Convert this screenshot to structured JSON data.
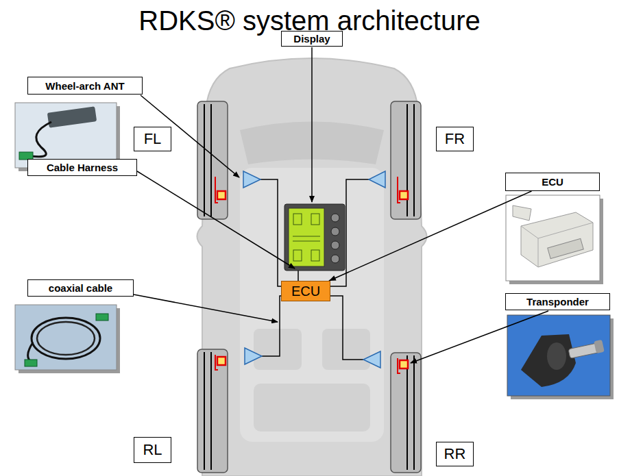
{
  "diagram": {
    "title": "RDKS® system architecture",
    "nodes": [
      {
        "text": [
          "Display"
        ]
      },
      {
        "text": [
          "Wheel-arch ANT"
        ]
      },
      {
        "text": [
          "FL"
        ]
      },
      {
        "text": [
          "FR"
        ]
      },
      {
        "text": [
          "ECU"
        ]
      },
      {
        "text": [
          "Cable Harness"
        ]
      },
      {
        "text": [
          "ECU"
        ]
      },
      {
        "text": [
          "coaxial cable"
        ]
      },
      {
        "text": [
          "Transponder"
        ]
      },
      {
        "text": [
          "RL"
        ]
      },
      {
        "text": [
          "RR"
        ]
      }
    ],
    "edges": [
      {
        "from": 4,
        "to": 6,
        "arrow": "to"
      }
    ]
  }
}
